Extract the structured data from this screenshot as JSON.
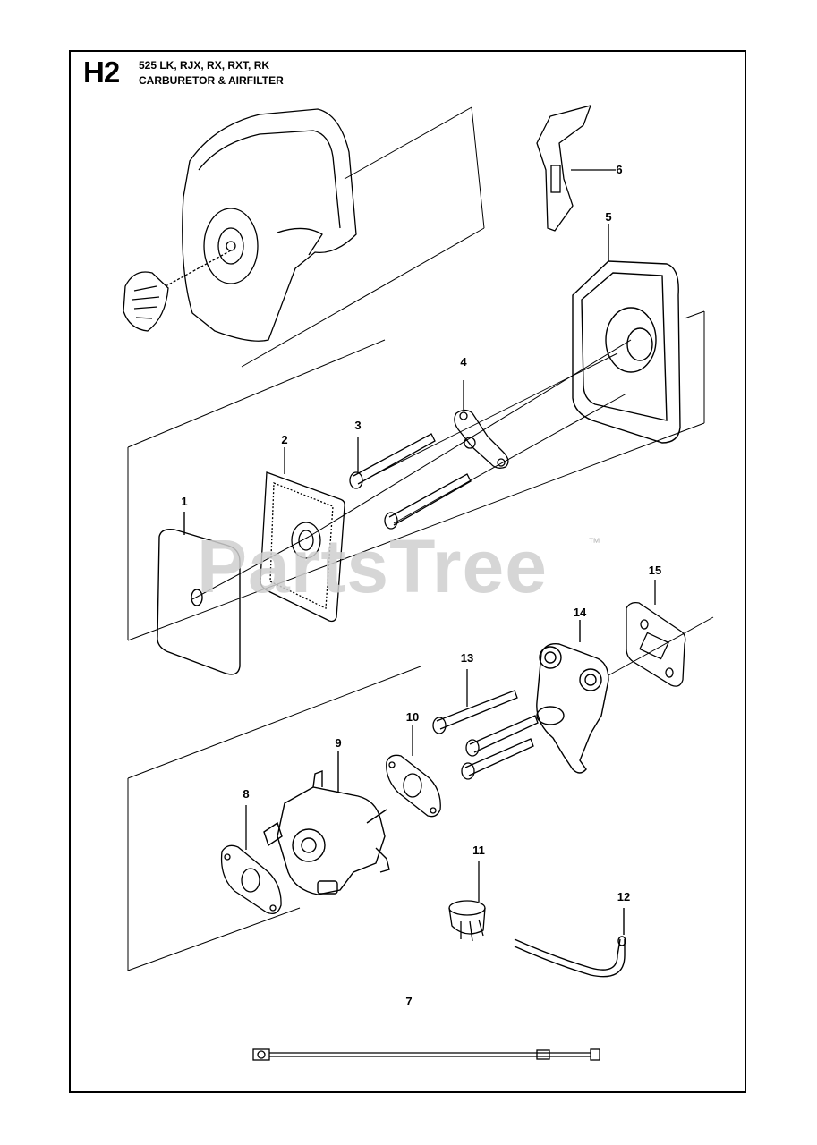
{
  "header": {
    "diagram_code": "H2",
    "models": "525 LK, RJX, RX, RXT, RK",
    "section_title": "CARBURETOR & AIRFILTER"
  },
  "watermark": {
    "text": "PartsTree",
    "trademark": "™"
  },
  "callouts": {
    "c1": "1",
    "c2": "2",
    "c3": "3",
    "c4": "4",
    "c5": "5",
    "c6": "6",
    "c7": "7",
    "c8": "8",
    "c9": "9",
    "c10": "10",
    "c11": "11",
    "c12": "12",
    "c13": "13",
    "c14": "14",
    "c15": "15"
  },
  "colors": {
    "line": "#000000",
    "watermark": "#cfcfcf"
  }
}
